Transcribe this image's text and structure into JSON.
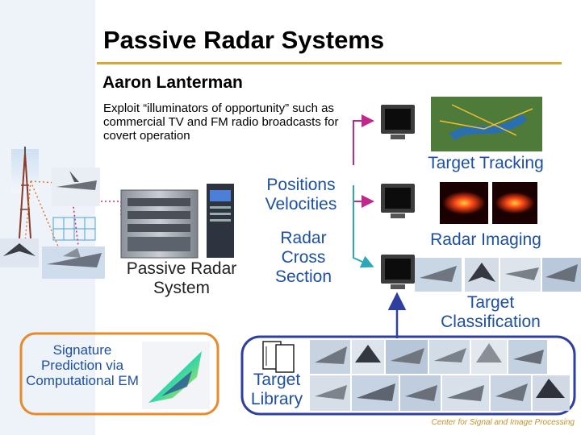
{
  "slide": {
    "title": "Passive Radar Systems",
    "author": "Aaron Lanterman",
    "abstract": "Exploit “illuminators of opportunity” such as commercial TV and FM radio broadcasts for covert operation",
    "footer": "Center for Signal and Image Processing"
  },
  "labels": {
    "passive_radar_system": "Passive Radar System",
    "positions_velocities": "Positions Velocities",
    "radar_cross_section": "Radar Cross Section",
    "target_tracking": "Target Tracking",
    "radar_imaging": "Radar Imaging",
    "target_classification": "Target Classification",
    "target_library": "Target Library",
    "signature_prediction": "Signature Prediction via Computational EM"
  },
  "colors": {
    "title_rule": "#e3a42e",
    "label_blue": "#1d4fa3",
    "arrow_teal": "#2aa8b8",
    "arrow_magenta": "#c0288c",
    "library_border": "#2f3fa0",
    "signature_border": "#e8892a",
    "footer": "#c8902a"
  },
  "icons": [
    "broadcast-tower-icon",
    "computer-monitor-icon",
    "book-icon",
    "fighter-jet-icon"
  ]
}
